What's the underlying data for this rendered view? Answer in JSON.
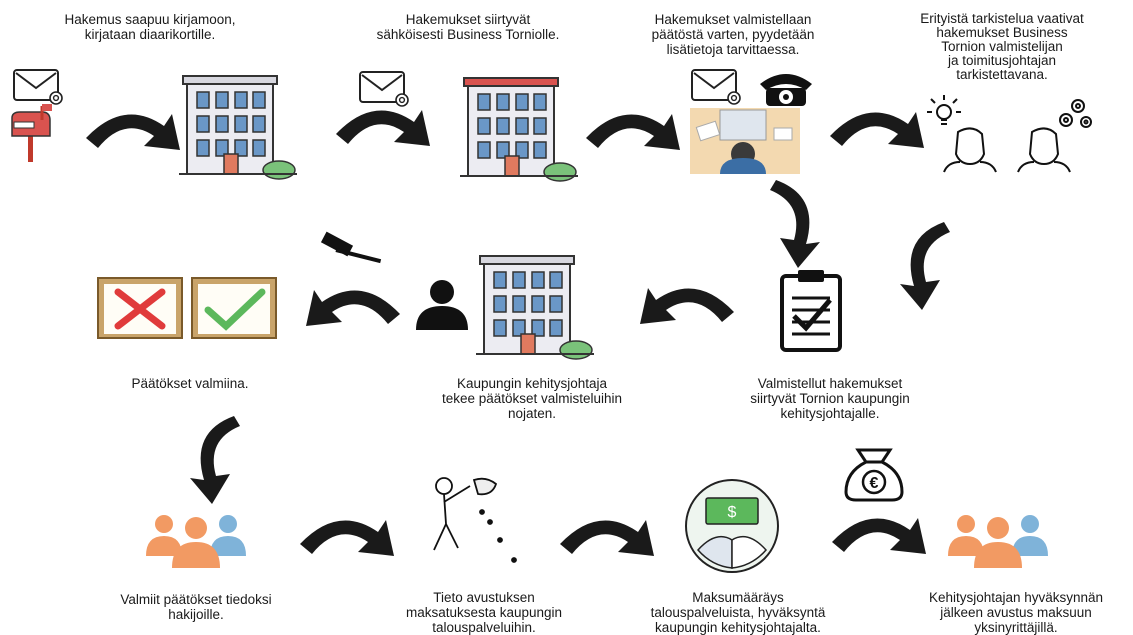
{
  "steps": {
    "s1": {
      "lines": [
        "Hakemus saapuu kirjamoon,",
        "kirjataan diaarikortille."
      ]
    },
    "s2": {
      "lines": [
        "Hakemukset siirtyvät",
        "sähköisesti Business Torniolle."
      ]
    },
    "s3": {
      "lines": [
        "Hakemukset valmistellaan",
        "päätöstä varten, pyydetään",
        "lisätietoja tarvittaessa."
      ]
    },
    "s4": {
      "lines": [
        "Erityistä tarkistelua vaativat",
        "hakemukset Business",
        "Tornion valmistelijan",
        "ja toimitusjohtajan",
        "tarkistettavana."
      ]
    },
    "s5": {
      "lines": [
        "Valmistellut hakemukset",
        "siirtyvät Tornion kaupungin",
        "kehitysjohtajalle."
      ]
    },
    "s6": {
      "lines": [
        "Kaupungin kehitysjohtaja",
        "tekee päätökset valmisteluihin",
        "nojaten."
      ]
    },
    "s7": {
      "lines": [
        "Päätökset valmiina."
      ]
    },
    "s8": {
      "lines": [
        "Valmiit päätökset tiedoksi",
        "hakijoille."
      ]
    },
    "s9": {
      "lines": [
        "Tieto avustuksen",
        "maksatuksesta kaupungin",
        "talouspalveluihin."
      ]
    },
    "s10": {
      "lines": [
        "Maksumääräys",
        "talouspalveluista, hyväksyntä",
        "kaupungin kehitysjohtajalta."
      ]
    },
    "s11": {
      "lines": [
        "Kehitysjohtajan hyväksynnän",
        "jälkeen avustus maksuun",
        "yksinyrittäjillä."
      ]
    }
  },
  "icons": {
    "euro_bag_symbol": "€",
    "money_note_symbol": "$"
  },
  "colors": {
    "arrow": "#1a1a1a",
    "building_wall": "#e8e8ee",
    "window": "#5f8fc0",
    "door": "#e07a5f",
    "grass": "#7ac27a",
    "person_orange": "#f29a63",
    "person_blue": "#7fb3d9",
    "clipboard": "#c9a46a",
    "check": "#5cb85c",
    "cross": "#e03b3b",
    "mailbox": "#d9534f"
  }
}
